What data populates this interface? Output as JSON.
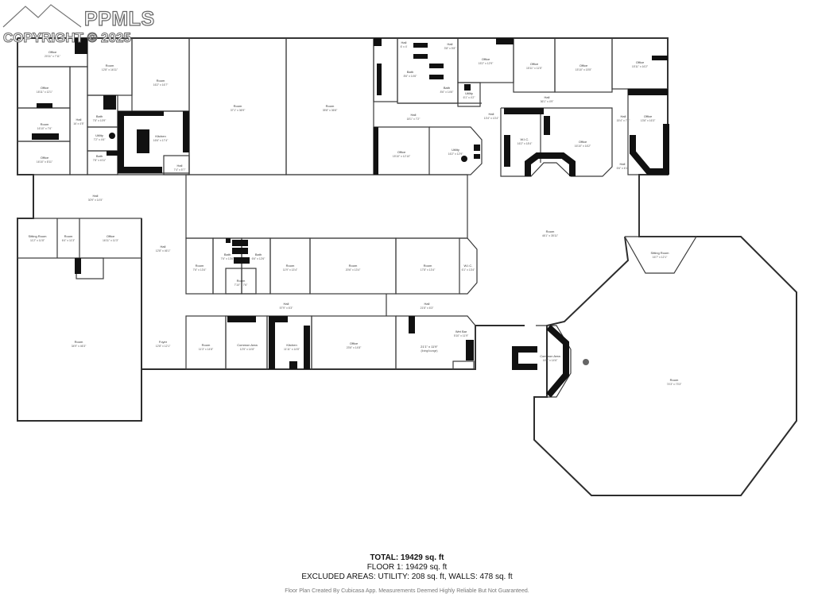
{
  "logo": {
    "name": "PPMLS",
    "copyright": "COPYRIGHT © 2025",
    "icon": "mountain-icon"
  },
  "rooms": [
    {
      "id": "office-nw",
      "name": "Office",
      "dim": "20'11\" x 7'11\""
    },
    {
      "id": "room-a",
      "name": "Room",
      "dim": "12'8\" x 16'11\""
    },
    {
      "id": "room-b",
      "name": "Room",
      "dim": "16'2\" x 16'7\""
    },
    {
      "id": "office-w1",
      "name": "Office",
      "dim": "18'11\" x 12'1\""
    },
    {
      "id": "room-w2",
      "name": "Room",
      "dim": "16'10\" x 7'6\""
    },
    {
      "id": "office-w3",
      "name": "Office",
      "dim": "16'10\" x 8'11\""
    },
    {
      "id": "hall-w",
      "name": "Hall",
      "dim": "16' x 4'5\""
    },
    {
      "id": "bath-1",
      "name": "Bath",
      "dim": "7'8\" x 10'9\""
    },
    {
      "id": "utility-1",
      "name": "Utility",
      "dim": "7'2\" x 4'6\""
    },
    {
      "id": "bath-2",
      "name": "Bath",
      "dim": "7'8\" x 6'11\""
    },
    {
      "id": "kitchen-1",
      "name": "Kitchen",
      "dim": "16'6\" x 17'4\""
    },
    {
      "id": "hall-1",
      "name": "Hall",
      "dim": "7'4\" x 5'7\""
    },
    {
      "id": "room-big1",
      "name": "Room",
      "dim": "37'1\" x 36'9\""
    },
    {
      "id": "room-big2",
      "name": "Room",
      "dim": "35'8\" x 36'8\""
    },
    {
      "id": "hall-2",
      "name": "Hall",
      "dim": "6' x 4'"
    },
    {
      "id": "hall-3",
      "name": "Hall",
      "dim": "3'8\" x 5'8\""
    },
    {
      "id": "bath-3",
      "name": "Bath",
      "dim": "8'6\" x 14'6\""
    },
    {
      "id": "bath-4",
      "name": "Bath",
      "dim": "8'6\" x 14'6\""
    },
    {
      "id": "utility-2",
      "name": "Utility",
      "dim": "6'1\" x 4'2\""
    },
    {
      "id": "hall-4",
      "name": "Hall",
      "dim": "18'1\" x 7'2\""
    },
    {
      "id": "hall-5",
      "name": "Hall",
      "dim": "13'4\" x 13'4\""
    },
    {
      "id": "office-n1",
      "name": "Office",
      "dim": "15'2\" x 12'9\""
    },
    {
      "id": "office-n2",
      "name": "Office",
      "dim": "15'11\" x 11'5\""
    },
    {
      "id": "office-n3",
      "name": "Office",
      "dim": "15'10\" x 15'5\""
    },
    {
      "id": "office-n4",
      "name": "Office",
      "dim": "15'11\" x 16'2\""
    },
    {
      "id": "hall-6",
      "name": "Hall",
      "dim": "36'1\" x 4'9\""
    },
    {
      "id": "office-e",
      "name": "Office",
      "dim": "13'6\" x 16'3\""
    },
    {
      "id": "hall-7",
      "name": "Hall",
      "dim": "15'4\" x 7'1\""
    },
    {
      "id": "office-c1",
      "name": "Office",
      "dim": "15'10\" x 12'10\""
    },
    {
      "id": "utility-3",
      "name": "Utility",
      "dim": "16'2\" x 12'9\""
    },
    {
      "id": "wic-1",
      "name": "W.I.C.",
      "dim": "16'2\" x 18'4\""
    },
    {
      "id": "office-c2",
      "name": "Office",
      "dim": "16'10\" x 16'2\""
    },
    {
      "id": "hall-8",
      "name": "Hall",
      "dim": "6'6\" x 6'1\""
    },
    {
      "id": "hall-main",
      "name": "Hall",
      "dim": "30'9\" x 14'5\""
    },
    {
      "id": "sitting-1",
      "name": "Sitting Room",
      "dim": "11'2\" x 11'8\""
    },
    {
      "id": "room-s1",
      "name": "Room",
      "dim": "6'4\" x 11'3\""
    },
    {
      "id": "office-s1",
      "name": "Office",
      "dim": "16'11\" x 11'3\""
    },
    {
      "id": "hall-9",
      "name": "Hall",
      "dim": "12'8\" x 46'1\""
    },
    {
      "id": "room-big3",
      "name": "Room",
      "dim": "34'9\" x 46'3\""
    },
    {
      "id": "foyer",
      "name": "Foyer",
      "dim": "12'8\" x 12'1\""
    },
    {
      "id": "room-m1",
      "name": "Room",
      "dim": "7'6\" x 13'4\""
    },
    {
      "id": "bath-5",
      "name": "Bath",
      "dim": "7'6\" x 13'6\""
    },
    {
      "id": "bath-6",
      "name": "Bath",
      "dim": "6'6\" x 12'6\""
    },
    {
      "id": "room-m2",
      "name": "Room",
      "dim": "7'10\" x 7'6\""
    },
    {
      "id": "room-m3",
      "name": "Room",
      "dim": "11'9\" x 13'4\""
    },
    {
      "id": "room-m4",
      "name": "Room",
      "dim": "20'6\" x 13'4\""
    },
    {
      "id": "room-m5",
      "name": "Room",
      "dim": "17'8\" x 13'4\""
    },
    {
      "id": "wic-2",
      "name": "W.I.C.",
      "dim": "6'1\" x 13'4\""
    },
    {
      "id": "room-center",
      "name": "Room",
      "dim": "46'1\" x 35'11\""
    },
    {
      "id": "sitting-2",
      "name": "Sitting Room",
      "dim": "16'7\" x 12'1\""
    },
    {
      "id": "hall-10",
      "name": "Hall",
      "dim": "57'9\" x 6'3\""
    },
    {
      "id": "hall-11",
      "name": "Hall",
      "dim": "21'8\" x 6'3\""
    },
    {
      "id": "room-s2",
      "name": "Room",
      "dim": "11'3\" x 14'8\""
    },
    {
      "id": "common-1",
      "name": "Common Area",
      "dim": "12'5\" x 14'8\""
    },
    {
      "id": "kitchen-2",
      "name": "Kitchen",
      "dim": "11'11\" x 14'8\""
    },
    {
      "id": "office-s2",
      "name": "Office",
      "dim": "23'6\" x 14'8\""
    },
    {
      "id": "wetbar",
      "name": "Wet Bar",
      "dim": "5'10\" x 11'9\""
    },
    {
      "id": "living",
      "name": "21'1\" x 11'9\"",
      "dim": "(living/lounge)"
    },
    {
      "id": "common-2",
      "name": "Common Area",
      "dim": "16'3\" x 14'6\""
    },
    {
      "id": "room-octagon",
      "name": "Room",
      "dim": "74'3\" x 73'3\""
    }
  ],
  "totals": {
    "total": "TOTAL: 19429 sq. ft",
    "floor": "FLOOR 1: 19429 sq. ft",
    "excluded": "EXCLUDED AREAS: UTILITY: 208 sq. ft, WALLS: 478 sq. ft"
  },
  "disclaimer": "Floor Plan Created By Cubicasa App. Measurements Deemed Highly Reliable But Not Guaranteed."
}
